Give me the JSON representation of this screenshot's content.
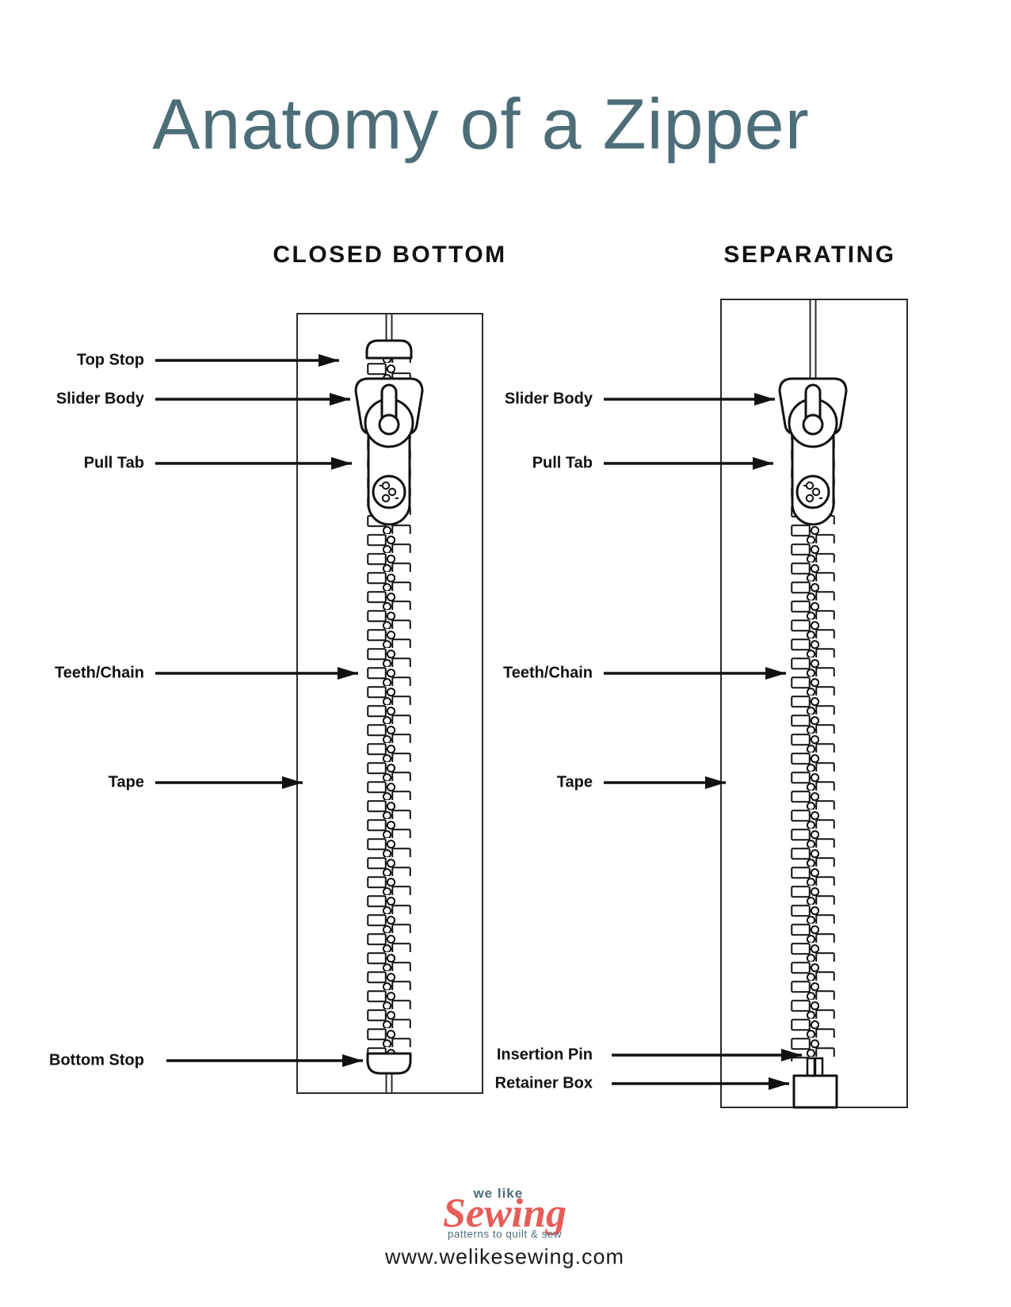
{
  "title": "Anatomy of a Zipper",
  "left_diagram": {
    "header": "CLOSED BOTTOM",
    "labels": {
      "top_stop": "Top Stop",
      "slider_body": "Slider Body",
      "pull_tab": "Pull Tab",
      "teeth_chain": "Teeth/Chain",
      "tape": "Tape",
      "bottom_stop": "Bottom Stop"
    }
  },
  "right_diagram": {
    "header": "SEPARATING",
    "labels": {
      "slider_body": "Slider Body",
      "pull_tab": "Pull Tab",
      "teeth_chain": "Teeth/Chain",
      "tape": "Tape",
      "insertion_pin": "Insertion Pin",
      "retainer_box": "Retainer Box"
    }
  },
  "footer": {
    "logo_top": "we like",
    "logo_main": "Sewing",
    "logo_tagline": "patterns to quilt & sew",
    "url": "www.welikesewing.com"
  },
  "colors": {
    "title_teal": "#4d6e78",
    "logo_red": "#e85c58",
    "tagline_teal": "#4e7080",
    "ink": "#1a1a1a"
  }
}
